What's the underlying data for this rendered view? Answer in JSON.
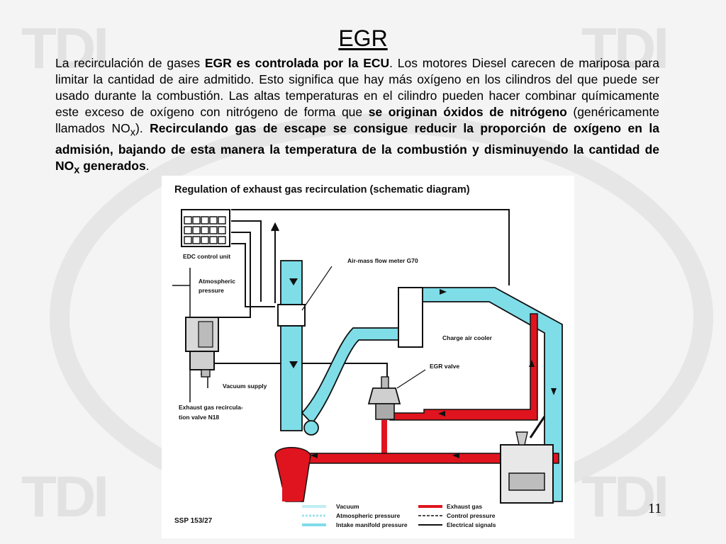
{
  "slide": {
    "title": "EGR",
    "page_number": "11",
    "paragraph": {
      "s1": "La recirculación de gases ",
      "s2": "EGR es controlada por la ECU",
      "s3": ". Los motores Diesel carecen de mariposa para limitar la cantidad de aire admitido. Esto significa que hay más oxígeno en los cilindros del que puede ser usado durante la combustión. Las altas temperaturas en el cilindro pueden hacer combinar químicamente este exceso de oxígeno con nitrógeno de forma que ",
      "s4": "se originan óxidos de nitrógeno",
      "s5": " (genéricamente llamados NO",
      "s6": "x",
      "s7": "). ",
      "s8": "Recirculando gas de escape se consigue reducir la proporción de oxígeno en la admisión, bajando de esta manera la temperatura de la combustión y disminuyendo la cantidad de NO",
      "s9": "x",
      "s10": " generados",
      "s11": "."
    },
    "background_mark": "TDI"
  },
  "diagram": {
    "title": "Regulation of exhaust gas recirculation (schematic diagram)",
    "reference": "SSP 153/27",
    "labels": {
      "edc": "EDC control unit",
      "atmos1": "Atmospheric",
      "atmos2": "pressure",
      "vacuum_supply": "Vacuum supply",
      "n18_1": "Exhaust gas recircula-",
      "n18_2": "tion valve N18",
      "maf": "Air-mass flow meter G70",
      "cooler": "Charge air cooler",
      "egr_valve": "EGR valve"
    },
    "legend": {
      "vacuum": "Vacuum",
      "atmospheric": "Atmospheric pressure",
      "intake": "Intake manifold pressure",
      "exhaust": "Exhaust gas",
      "control": "Control pressure",
      "electrical": "Electrical signals"
    },
    "colors": {
      "intake": "#7fdde8",
      "exhaust": "#e0141e",
      "vacuum": "#bfeef2",
      "signal": "#111111"
    }
  }
}
